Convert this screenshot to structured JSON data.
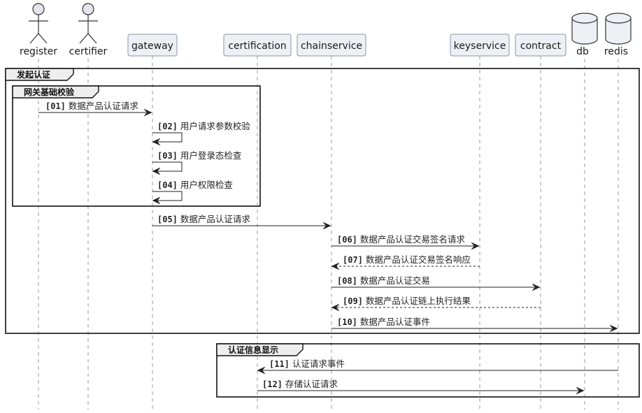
{
  "participants": [
    {
      "id": "register",
      "label": "register",
      "kind": "actor"
    },
    {
      "id": "certifier",
      "label": "certifier",
      "kind": "actor"
    },
    {
      "id": "gateway",
      "label": "gateway",
      "kind": "box"
    },
    {
      "id": "certification",
      "label": "certification",
      "kind": "box"
    },
    {
      "id": "chainservice",
      "label": "chainservice",
      "kind": "box"
    },
    {
      "id": "keyservice",
      "label": "keyservice",
      "kind": "box"
    },
    {
      "id": "contract",
      "label": "contract",
      "kind": "box"
    },
    {
      "id": "db",
      "label": "db",
      "kind": "database"
    },
    {
      "id": "redis",
      "label": "redis",
      "kind": "database"
    }
  ],
  "groups": [
    {
      "id": "initiate",
      "label": "发起认证"
    },
    {
      "id": "gateway-check",
      "label": "网关基础校验"
    },
    {
      "id": "display",
      "label": "认证信息显示"
    }
  ],
  "messages": [
    {
      "num": "[01]",
      "text": "数据产品认证请求",
      "from": "register",
      "to": "gateway",
      "style": "solid"
    },
    {
      "num": "[02]",
      "text": "用户请求参数校验",
      "from": "gateway",
      "to": "gateway",
      "style": "self"
    },
    {
      "num": "[03]",
      "text": "用户登录态检查",
      "from": "gateway",
      "to": "gateway",
      "style": "self"
    },
    {
      "num": "[04]",
      "text": "用户权限检查",
      "from": "gateway",
      "to": "gateway",
      "style": "self"
    },
    {
      "num": "[05]",
      "text": "数据产品认证请求",
      "from": "gateway",
      "to": "chainservice",
      "style": "solid"
    },
    {
      "num": "[06]",
      "text": "数据产品认证交易签名请求",
      "from": "chainservice",
      "to": "keyservice",
      "style": "solid"
    },
    {
      "num": "[07]",
      "text": "数据产品认证交易签名响应",
      "from": "keyservice",
      "to": "chainservice",
      "style": "dashed"
    },
    {
      "num": "[08]",
      "text": "数据产品认证交易",
      "from": "chainservice",
      "to": "contract",
      "style": "solid"
    },
    {
      "num": "[09]",
      "text": "数据产品认证链上执行结果",
      "from": "contract",
      "to": "chainservice",
      "style": "dashed"
    },
    {
      "num": "[10]",
      "text": "数据产品认证事件",
      "from": "chainservice",
      "to": "redis",
      "style": "solid"
    },
    {
      "num": "[11]",
      "text": "认证请求事件",
      "from": "redis",
      "to": "certification",
      "style": "solid"
    },
    {
      "num": "[12]",
      "text": "存储认证请求",
      "from": "certification",
      "to": "db",
      "style": "solid"
    }
  ]
}
